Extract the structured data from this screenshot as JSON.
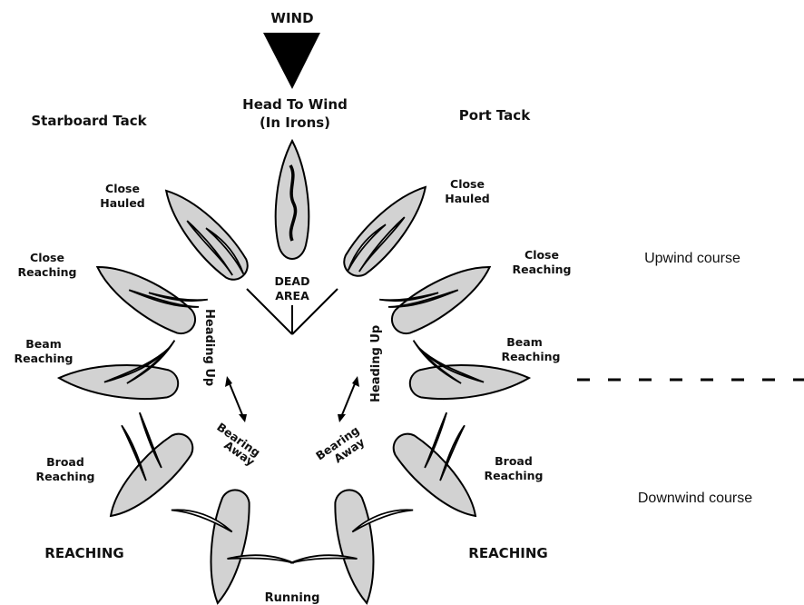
{
  "wind": "WIND",
  "head_to_wind": [
    "Head To Wind",
    "(In Irons)"
  ],
  "starboard_tack": "Starboard Tack",
  "port_tack": "Port Tack",
  "dead_area": [
    "DEAD",
    "AREA"
  ],
  "close_hauled": [
    "Close",
    "Hauled"
  ],
  "close_reaching": [
    "Close",
    "Reaching"
  ],
  "beam_reaching": [
    "Beam",
    "Reaching"
  ],
  "broad_reaching": [
    "Broad",
    "Reaching"
  ],
  "reaching": "REACHING",
  "running": "Running",
  "heading_up": "Heading Up",
  "bearing_away": [
    "Bearing",
    "Away"
  ],
  "upwind_course": "Upwind course",
  "downwind_course": "Downwind course",
  "colors": {
    "hull": "#d2d2d2",
    "ink": "#000000",
    "background": "#ffffff"
  }
}
